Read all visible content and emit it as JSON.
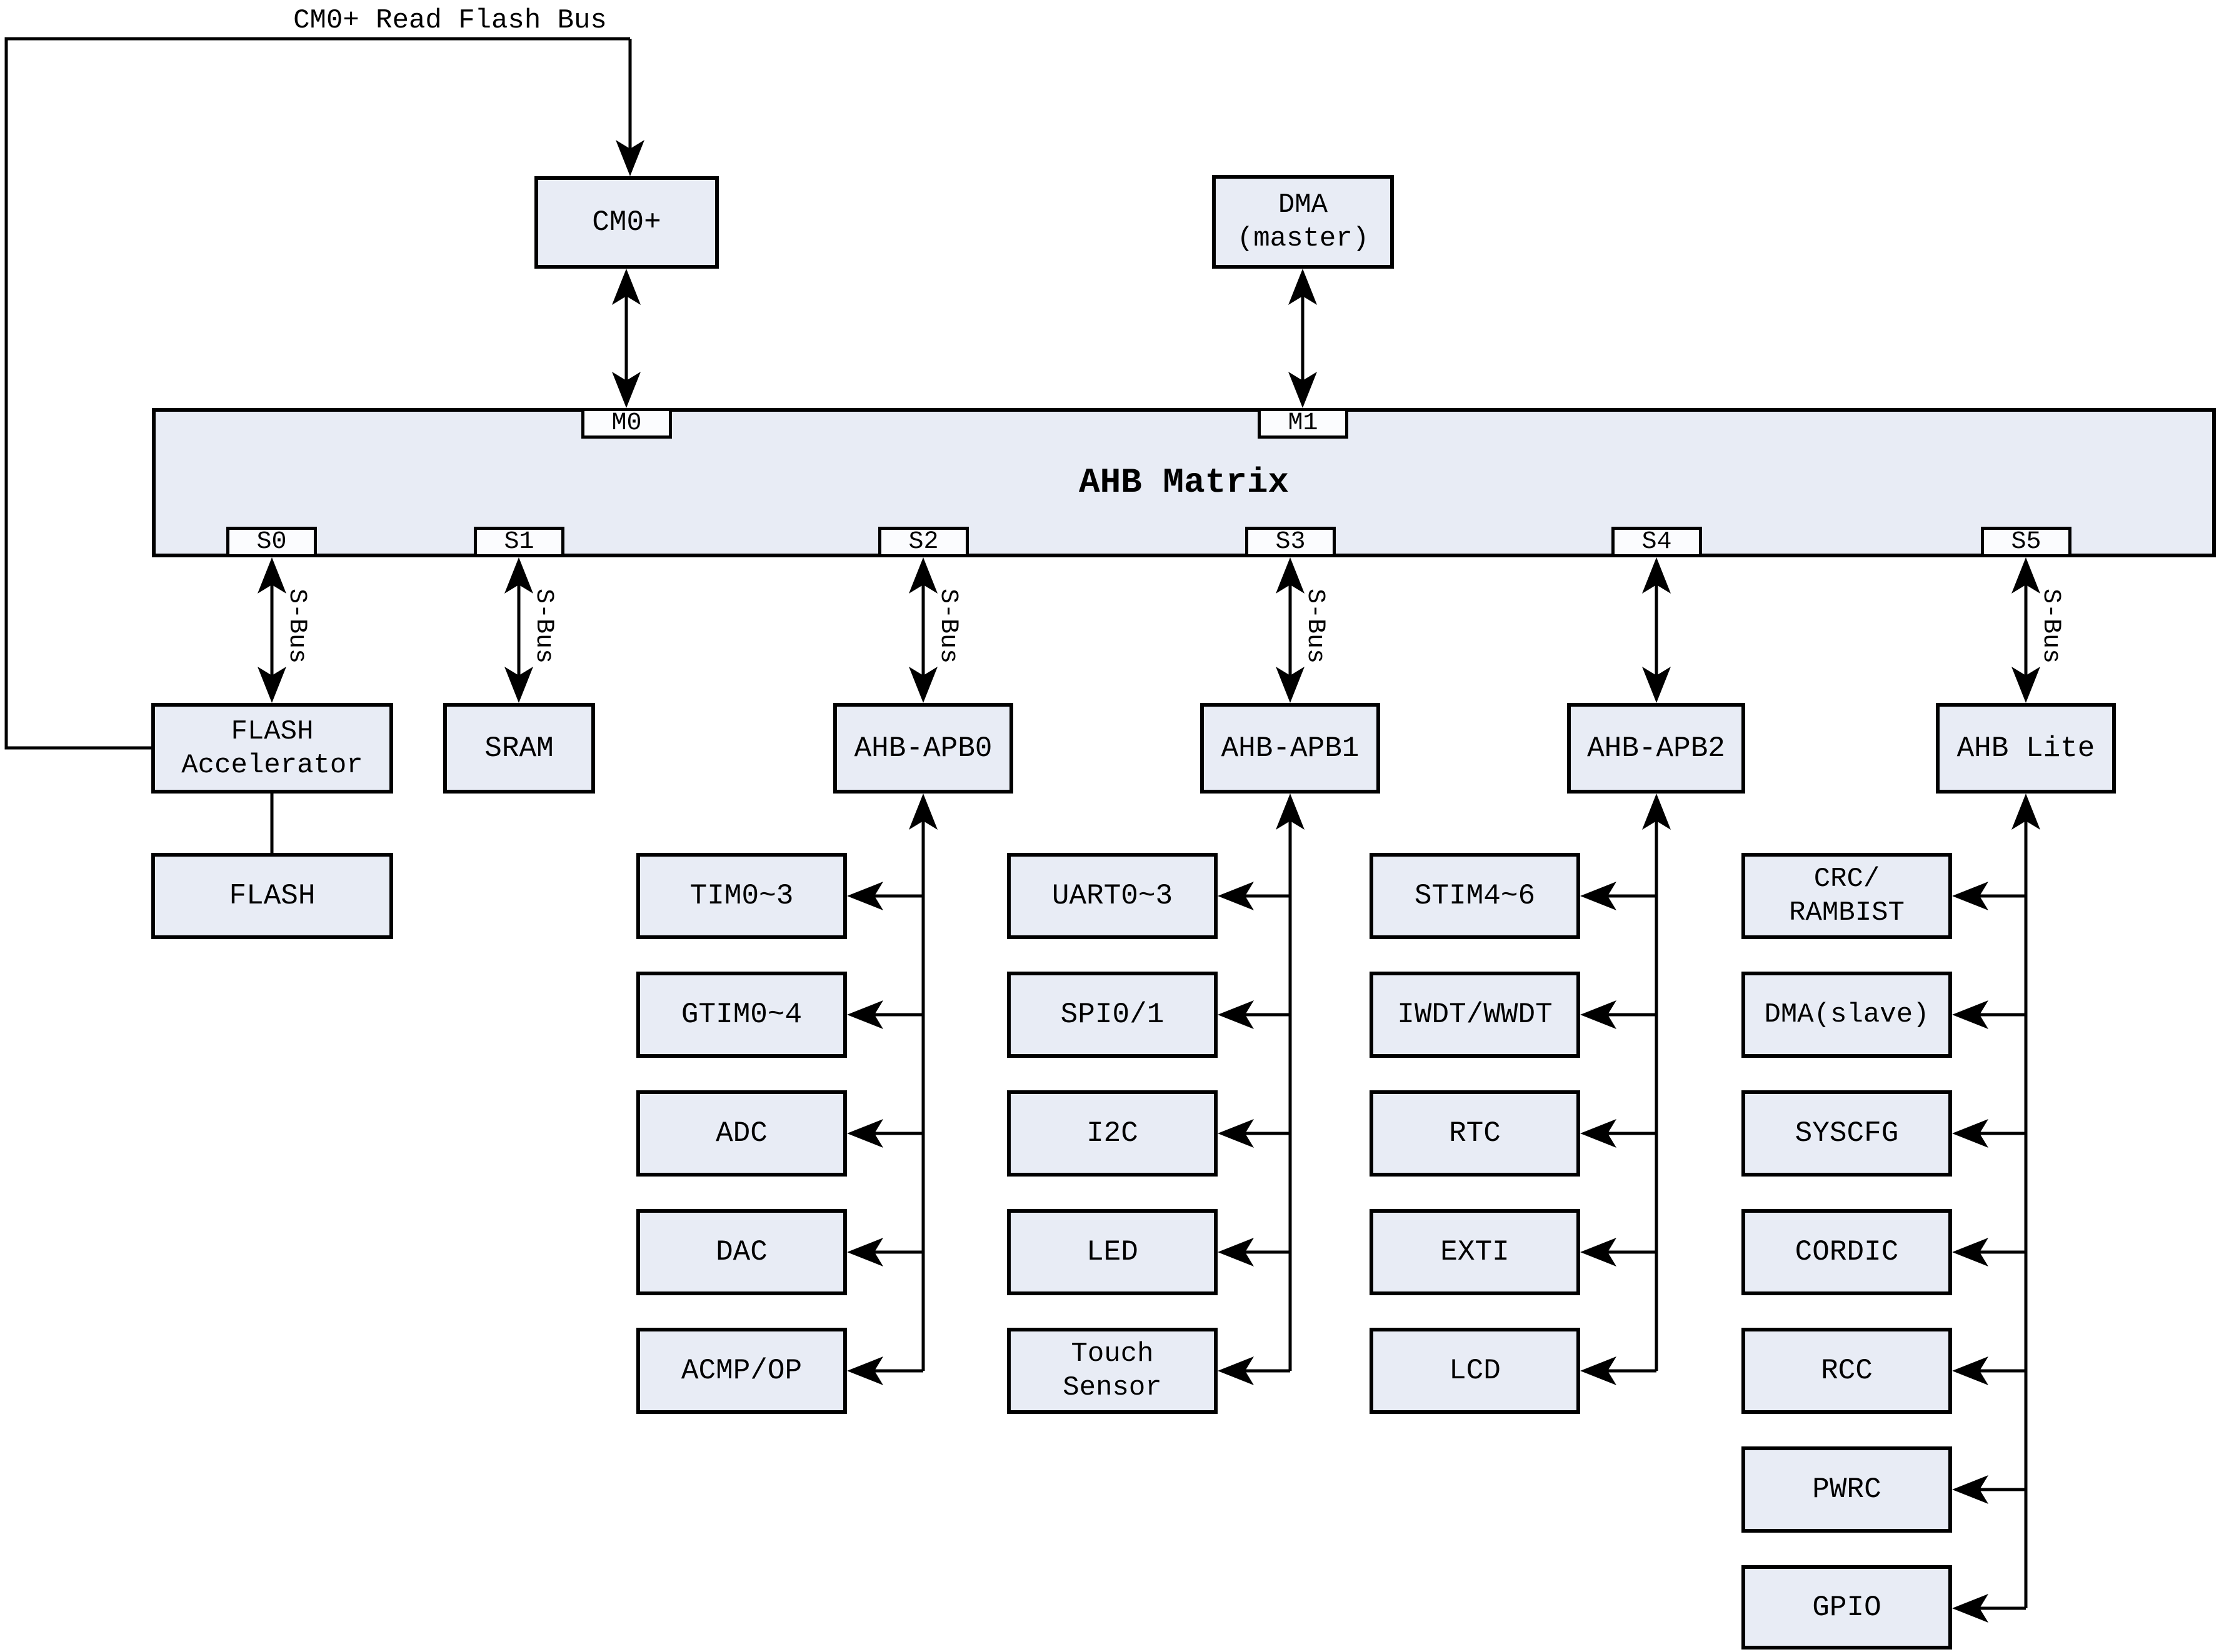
{
  "diagram": {
    "top_bus_label": "CM0+ Read Flash Bus",
    "sbus_label": "S-Bus",
    "masters": {
      "cm0": "CM0+",
      "dma": "DMA\n(master)"
    },
    "matrix": {
      "title": "AHB Matrix",
      "master_ports": [
        "M0",
        "M1"
      ],
      "slave_ports": [
        "S0",
        "S1",
        "S2",
        "S3",
        "S4",
        "S5"
      ]
    },
    "memory": {
      "flash_accelerator": "FLASH\nAccelerator",
      "flash": "FLASH",
      "sram": "SRAM"
    },
    "bridges": [
      "AHB-APB0",
      "AHB-APB1",
      "AHB-APB2",
      "AHB Lite"
    ],
    "peripherals": {
      "apb0": [
        "TIM0~3",
        "GTIM0~4",
        "ADC",
        "DAC",
        "ACMP/OP"
      ],
      "apb1": [
        "UART0~3",
        "SPI0/1",
        "I2C",
        "LED",
        "Touch\nSensor"
      ],
      "apb2": [
        "STIM4~6",
        "IWDT/WWDT",
        "RTC",
        "EXTI",
        "LCD"
      ],
      "ahb_lite": [
        "CRC/\nRAMBIST",
        "DMA(slave)",
        "SYSCFG",
        "CORDIC",
        "RCC",
        "PWRC",
        "GPIO"
      ]
    },
    "colors": {
      "box_fill": "#e8ecf5",
      "port_fill": "#fbfcfe",
      "line": "#000000",
      "background": "#ffffff"
    }
  }
}
